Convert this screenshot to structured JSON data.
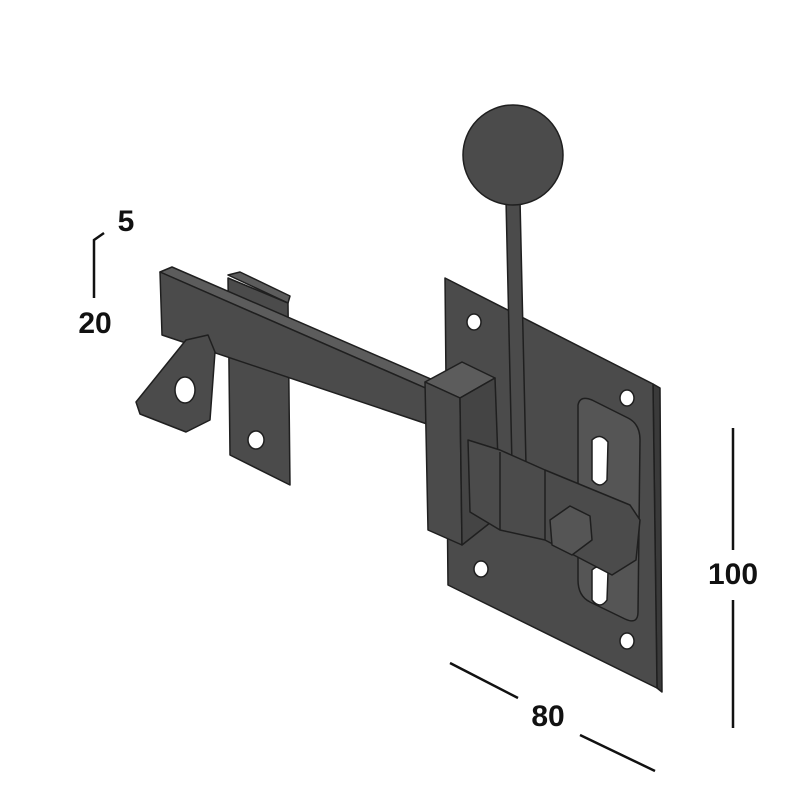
{
  "dimensions": {
    "thickness": "5",
    "bar_height": "20",
    "plate_height": "100",
    "plate_width": "80"
  },
  "colors": {
    "metal": "#4b4b4b",
    "metal_light": "#5c5c5c",
    "edge": "#1f1f1f",
    "dimension_line": "#111111"
  }
}
